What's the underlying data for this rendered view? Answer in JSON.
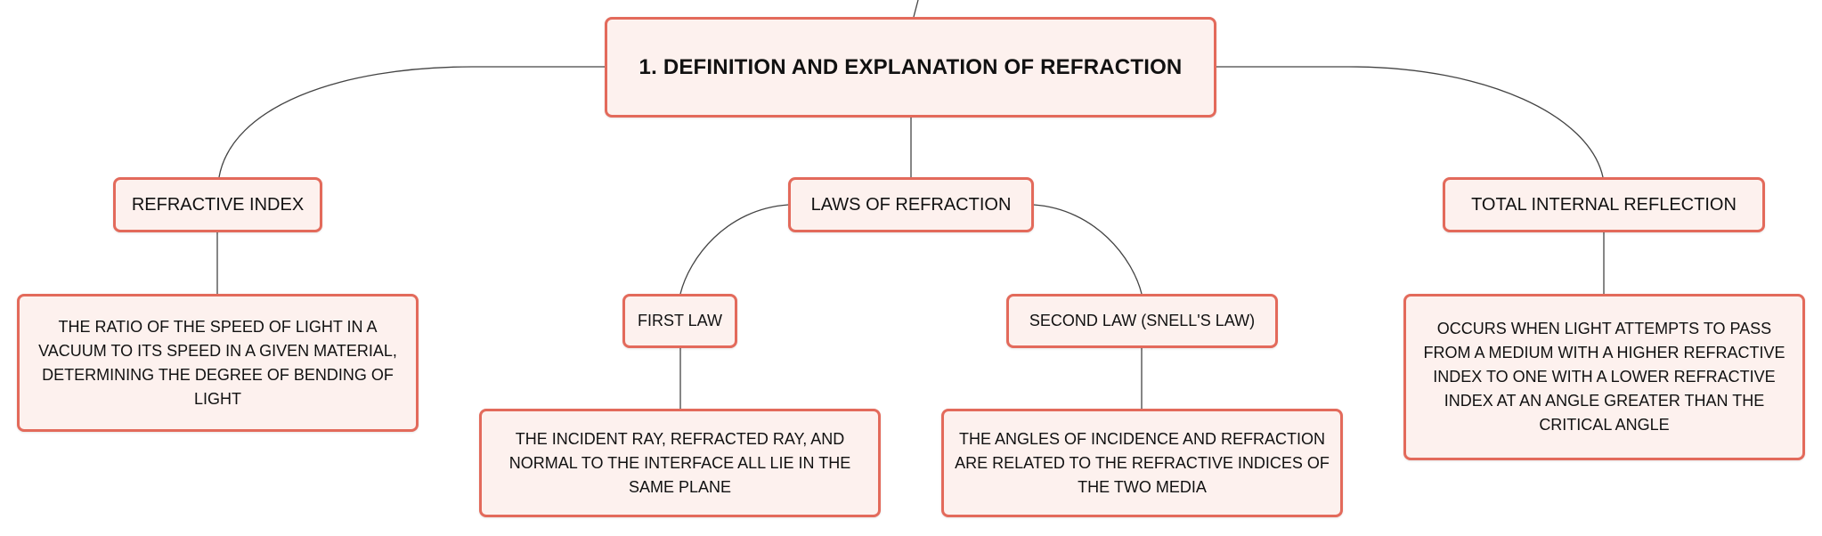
{
  "diagram": {
    "root": {
      "label": "1. DEFINITION AND EXPLANATION OF REFRACTION"
    },
    "refractive_index": {
      "label": "REFRACTIVE INDEX",
      "detail": "THE RATIO OF THE SPEED OF LIGHT IN A VACUUM TO ITS SPEED IN A GIVEN MATERIAL, DETERMINING THE DEGREE OF BENDING OF LIGHT"
    },
    "laws_of_refraction": {
      "label": "LAWS OF REFRACTION",
      "first_law": {
        "label": "FIRST LAW",
        "detail": "THE INCIDENT RAY, REFRACTED RAY, AND NORMAL TO THE INTERFACE ALL LIE IN THE SAME PLANE"
      },
      "second_law": {
        "label": "SECOND LAW (SNELL'S LAW)",
        "detail": "THE ANGLES OF INCIDENCE AND REFRACTION ARE RELATED TO THE REFRACTIVE INDICES OF THE TWO MEDIA"
      }
    },
    "total_internal_reflection": {
      "label": "TOTAL INTERNAL REFLECTION",
      "detail": "OCCURS WHEN LIGHT ATTEMPTS TO PASS FROM A MEDIUM WITH A HIGHER REFRACTIVE INDEX TO ONE WITH A LOWER REFRACTIVE INDEX AT AN ANGLE GREATER THAN THE CRITICAL ANGLE"
    },
    "colors": {
      "node_border": "#e36a5b",
      "node_fill": "#fdf1ee",
      "connector": "#444444"
    }
  }
}
